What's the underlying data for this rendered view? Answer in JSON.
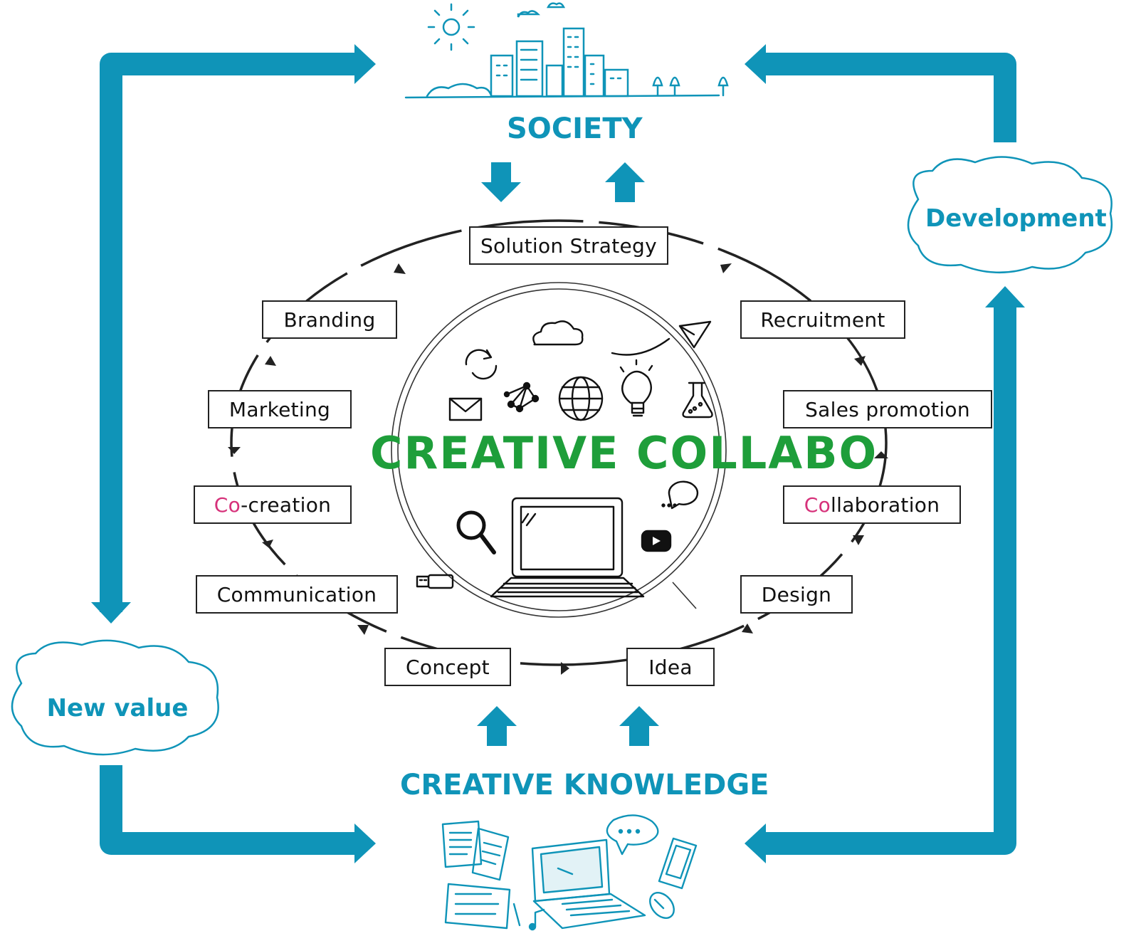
{
  "colors": {
    "accent": "#0f94b8",
    "title_green": "#1e9e3a",
    "highlight": "#d6317a",
    "line": "#222222"
  },
  "top_label": "SOCIETY",
  "bottom_label": "CREATIVE KNOWLEDGE",
  "clouds": {
    "right": "Development",
    "left": "New value"
  },
  "center_title": "CREATIVE COLLABO",
  "nodes": {
    "solution_strategy": "Solution Strategy",
    "branding": "Branding",
    "recruitment": "Recruitment",
    "marketing": "Marketing",
    "sales_promotion": "Sales promotion",
    "co_creation": {
      "highlight": "Co",
      "rest": "-creation"
    },
    "collaboration": {
      "highlight": "Co",
      "rest": "llaboration"
    },
    "communication": "Communication",
    "design": "Design",
    "concept": "Concept",
    "idea": "Idea"
  },
  "icons": [
    "city-skyline-icon",
    "sun-icon",
    "cloud-icon",
    "paper-plane-icon",
    "refresh-icon",
    "network-icon",
    "globe-icon",
    "lightbulb-icon",
    "flask-icon",
    "envelope-icon",
    "magnifier-icon",
    "laptop-icon",
    "chat-bubble-icon",
    "video-play-icon",
    "usb-drive-icon",
    "documents-icon",
    "smartphone-icon",
    "mouse-icon",
    "music-note-icon"
  ]
}
